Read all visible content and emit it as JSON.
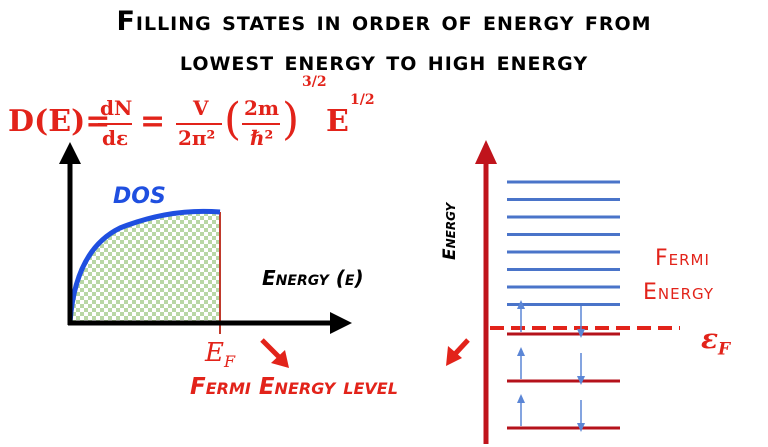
{
  "title": {
    "line1": "Filling states in order of energy from",
    "line2": "lowest energy to high energy"
  },
  "formula": {
    "lhs": "D(E)=",
    "dN": "dN",
    "de": "dε",
    "eq": "=",
    "V": "V",
    "two_pi_sq": "2π²",
    "two_m": "2m",
    "hbar_sq": "ℏ²",
    "exp_outer": "3/2",
    "E": "E",
    "exp_E": "1/2"
  },
  "dos_plot": {
    "curve_label": "DOS",
    "x_axis_label": "Energy (ε)",
    "ef_label": "E_F",
    "fermi_level_label": "Fermi Energy level"
  },
  "level_diagram": {
    "y_axis_label": "Energy",
    "fermi_label_line1": "Fermi",
    "fermi_label_line2": "Energy",
    "eps_f_label": "ε_F",
    "empty_levels": 8,
    "filled_levels": 3
  },
  "colors": {
    "red": "#e2231a",
    "blue": "#1f4fe0",
    "level_blue": "#4a74c9",
    "arrow_blue": "#5b86d6",
    "fill_green": "#b9d7a5",
    "black": "#000000"
  }
}
